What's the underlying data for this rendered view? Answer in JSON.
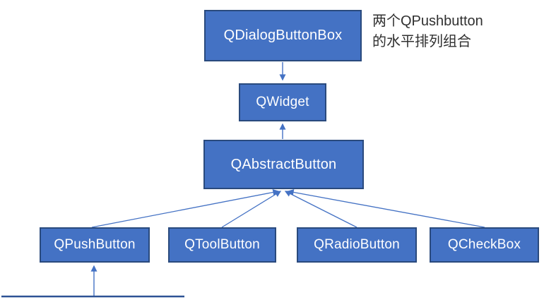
{
  "diagram": {
    "title_hint": "Qt button class inheritance diagram",
    "nodes": [
      {
        "id": "qdialogbuttonbox",
        "label": "QDialogButtonBox"
      },
      {
        "id": "qwidget",
        "label": "QWidget"
      },
      {
        "id": "qabstractbutton",
        "label": "QAbstractButton"
      },
      {
        "id": "qpushbutton",
        "label": "QPushButton"
      },
      {
        "id": "qtoolbutton",
        "label": "QToolButton"
      },
      {
        "id": "qradiobutton",
        "label": "QRadioButton"
      },
      {
        "id": "qcheckbox",
        "label": "QCheckBox"
      }
    ],
    "edges": [
      {
        "from": "QDialogButtonBox",
        "to": "QWidget",
        "style": "arrow-down"
      },
      {
        "from": "QAbstractButton",
        "to": "QWidget",
        "style": "arrow-up"
      },
      {
        "from": "QPushButton",
        "to": "QAbstractButton",
        "style": "arrow-up"
      },
      {
        "from": "QToolButton",
        "to": "QAbstractButton",
        "style": "arrow-up"
      },
      {
        "from": "QRadioButton",
        "to": "QAbstractButton",
        "style": "arrow-up"
      },
      {
        "from": "QCheckBox",
        "to": "QAbstractButton",
        "style": "arrow-up"
      },
      {
        "from": "baseline",
        "to": "QPushButton",
        "style": "arrow-up"
      }
    ],
    "annotation": {
      "lines": [
        "两个QPushbutton",
        "的水平排列组合"
      ]
    },
    "colors": {
      "node_fill": "#4472C4",
      "node_border": "#2A4A7D",
      "node_text": "#FFFFFF",
      "connector": "#4472C4",
      "baseline": "#2E5395",
      "annotation_text": "#303030",
      "background": "#FFFFFF"
    }
  }
}
